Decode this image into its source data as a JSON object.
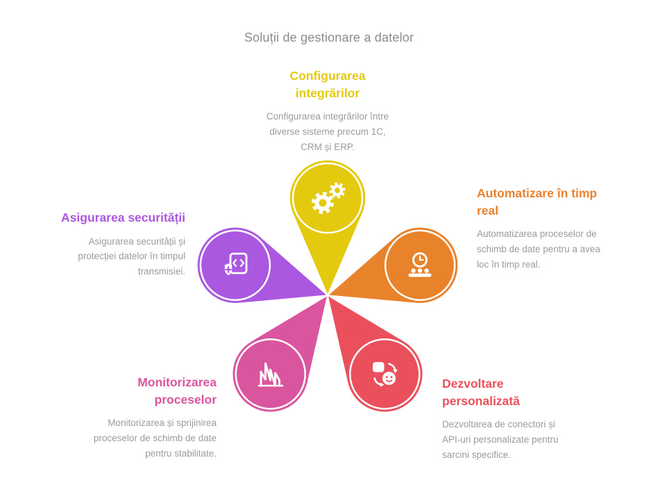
{
  "title": "Soluții de gestionare a datelor",
  "palette": {
    "yellow": "#e4ca0e",
    "orange": "#e8832c",
    "red": "#ea505c",
    "pink": "#d9569f",
    "purple": "#ab58e0",
    "body_text": "#9b9b9b",
    "title_text": "#8c8c8c",
    "white": "#ffffff"
  },
  "petals": {
    "integrations": {
      "heading": "Configurarea\nintegrărilor",
      "description": "Configurarea integrărilor între\ndiverse sisteme precum 1C,\nCRM și ERP.",
      "icon": "gears-icon"
    },
    "realtime": {
      "heading": "Automatizare în timp\nreal",
      "description": "Automatizarea proceselor de\nschimb de date pentru a avea\nloc în timp real.",
      "icon": "clock-conveyor-icon"
    },
    "custom_development": {
      "heading": "Dezvoltare\npersonalizată",
      "description": "Dezvoltarea de conectori și\nAPI-uri personalizate pentru\nsarcini specifice.",
      "icon": "data-exchange-icon"
    },
    "monitoring": {
      "heading": "Monitorizarea\nproceselor",
      "description": "Monitorizarea și sprijinirea\nproceselor de schimb de date\npentru stabilitate.",
      "icon": "chart-icon"
    },
    "security": {
      "heading": "Asigurarea securității",
      "description": "Asigurarea securității și\nprotecției datelor în timpul\ntransmisiei.",
      "icon": "shield-document-icon"
    }
  }
}
